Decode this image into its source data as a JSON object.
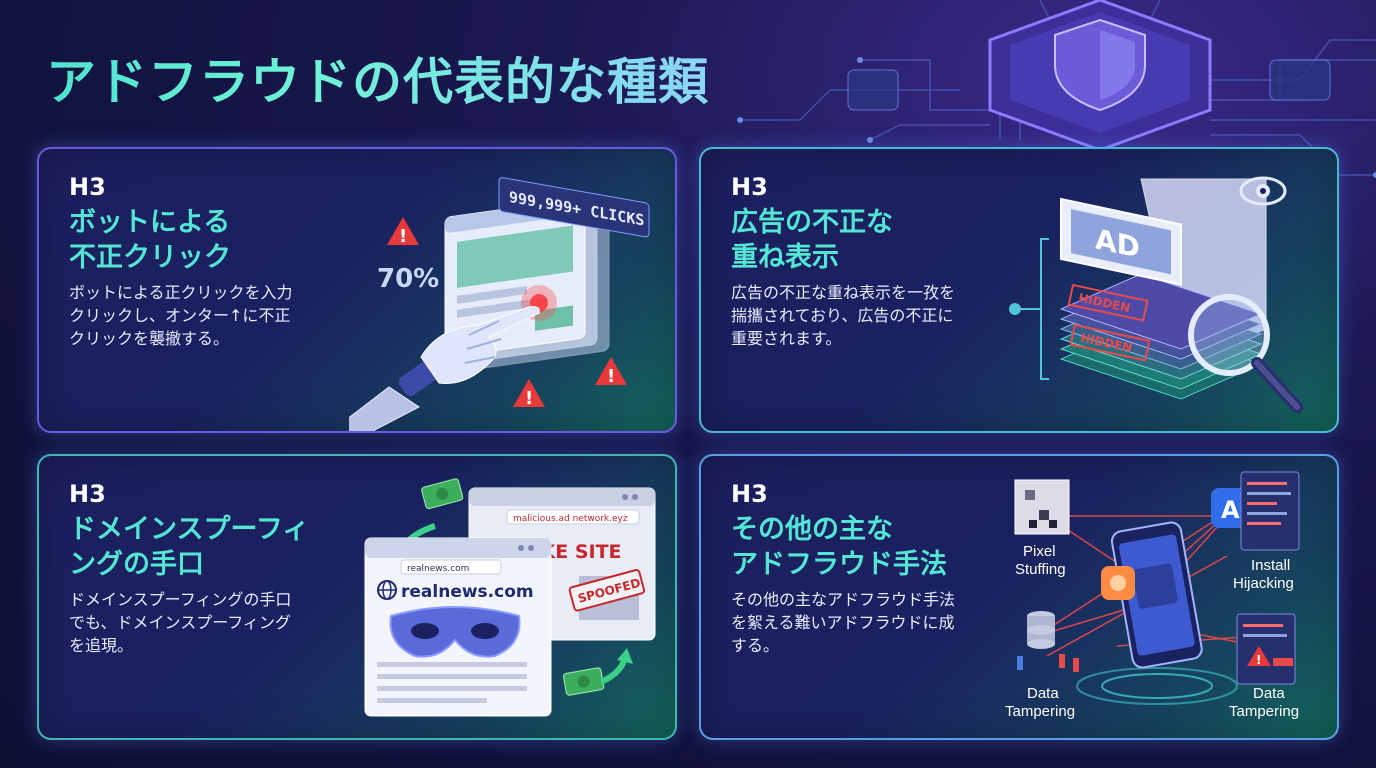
{
  "title": "アドフラウドの代表的な種類",
  "cards": [
    {
      "heading": "H3",
      "title": "ボットによる\n不正クリック",
      "desc": "ボットによる正クリックを入力\nクリックし、オンター↑に不正\nクリックを襲撤する。",
      "illus": {
        "counter": "999,999+ CLICKS",
        "percent": "70%"
      }
    },
    {
      "heading": "H3",
      "title": "広告の不正な\n重ね表示",
      "desc": "広告の不正な重ね表示を一孜を\n揣攜されており、広告の不正に\n重要されます。",
      "illus": {
        "ad": "AD",
        "hidden_1": "HIDDEN",
        "hidden_2": "HIDDEN"
      }
    },
    {
      "heading": "H3",
      "title": "ドメインスプーフィ\nングの手口",
      "desc": "ドメインスプーフィングの手口\nでも、ドメインスプーフィング\nを追現。",
      "illus": {
        "fake_url": "malicious.ad network.eyz",
        "fake_site": "FAKE SITE",
        "spoofed": "SPOOFED",
        "real_url_small": "realnews.com",
        "real_url": "realnews.com"
      }
    },
    {
      "heading": "H3",
      "title": "その他の主な\nアドフラウド手法",
      "desc": "その他の主なアドフラウド手法\nを絮える難いアドフラウドに成\nする。",
      "illus": {
        "pixel_1": "Pixel",
        "pixel_2": "Stuffing",
        "install_1": "Install",
        "install_2": "Hijacking",
        "data_left_1": "Data",
        "data_left_2": "Tampering",
        "data_right_1": "Data",
        "data_right_2": "Tampering"
      }
    }
  ],
  "colors": {
    "accent": "#54e6d4",
    "warning": "#e83a3a",
    "bg": "#14164a"
  }
}
